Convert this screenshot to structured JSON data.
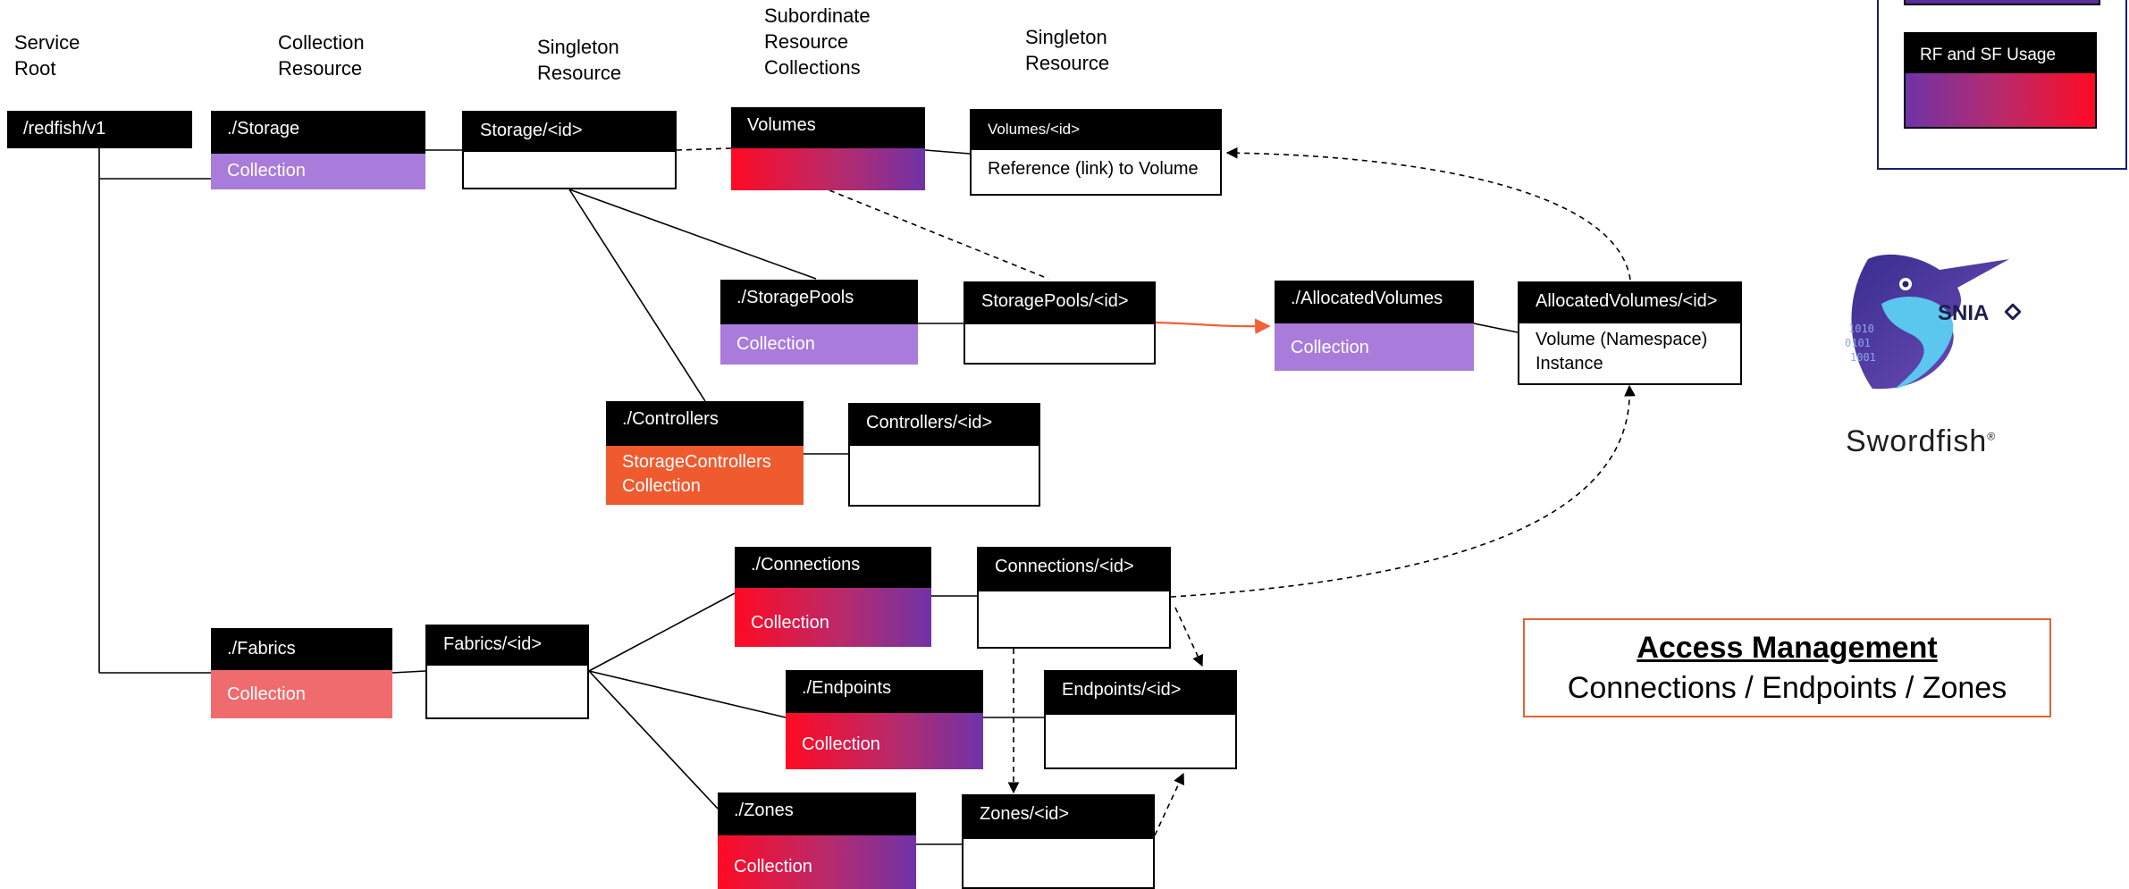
{
  "columns": {
    "service_root": [
      "Service",
      "Root"
    ],
    "collection_resource": [
      "Collection",
      "Resource"
    ],
    "singleton_resource_1": [
      "Singleton",
      "Resource"
    ],
    "subordinate_collections": [
      "Subordinate",
      "Resource",
      "Collections"
    ],
    "singleton_resource_2": [
      "Singleton",
      "Resource"
    ]
  },
  "nodes": {
    "redfish_root": {
      "header": "/redfish/v1"
    },
    "storage": {
      "header": "./Storage",
      "body": "Collection"
    },
    "storage_id": {
      "header": "Storage/<id>"
    },
    "volumes": {
      "header": "Volumes"
    },
    "volumes_id": {
      "header": "Volumes/<id>",
      "body": "Reference (link) to Volume"
    },
    "storage_pools": {
      "header": "./StoragePools",
      "body": "Collection"
    },
    "storage_pools_id": {
      "header": "StoragePools/<id>"
    },
    "allocated_volumes": {
      "header": "./AllocatedVolumes",
      "body": "Collection"
    },
    "allocated_volumes_id": {
      "header": "AllocatedVolumes/<id>",
      "body_line1": "Volume (Namespace)",
      "body_line2": "Instance"
    },
    "controllers": {
      "header": "./Controllers",
      "body_line1": "StorageControllers",
      "body_line2": "Collection"
    },
    "controllers_id": {
      "header": "Controllers/<id>"
    },
    "fabrics": {
      "header": "./Fabrics",
      "body": "Collection"
    },
    "fabrics_id": {
      "header": "Fabrics/<id>"
    },
    "connections": {
      "header": "./Connections",
      "body": "Collection"
    },
    "connections_id": {
      "header": "Connections/<id>"
    },
    "endpoints": {
      "header": "./Endpoints",
      "body": "Collection"
    },
    "endpoints_id": {
      "header": "Endpoints/<id>"
    },
    "zones": {
      "header": "./Zones",
      "body": "Collection"
    },
    "zones_id": {
      "header": "Zones/<id>"
    }
  },
  "legend": {
    "rf_sf_usage": "RF and SF Usage"
  },
  "access_management": {
    "title": "Access Management",
    "subtitle": "Connections / Endpoints / Zones"
  },
  "logo": {
    "brand": "SNIA",
    "product": "Swordfish",
    "mark": "®"
  },
  "colors": {
    "collection_purple": "#a97bdb",
    "controllers_orange": "#ef5a2f",
    "fabrics_salmon": "#f06b6e",
    "gradient_red": "#ff0a24",
    "gradient_purple": "#6f33a8",
    "access_border": "#e0643a",
    "legend_border": "#1a1f6e",
    "reference_arrow": "#f06238"
  }
}
